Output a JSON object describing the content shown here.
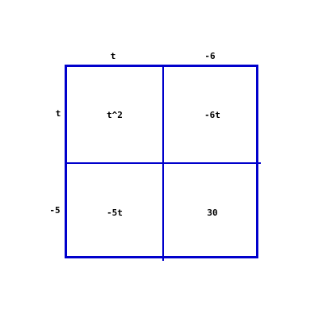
{
  "colors": {
    "grid_line": "#0000cc",
    "text": "#000000",
    "background": "#ffffff"
  },
  "column_headers": [
    "t",
    "-6"
  ],
  "row_headers": [
    "t",
    "-5"
  ],
  "cells": [
    [
      "t^2",
      "-6t"
    ],
    [
      "-5t",
      "30"
    ]
  ]
}
